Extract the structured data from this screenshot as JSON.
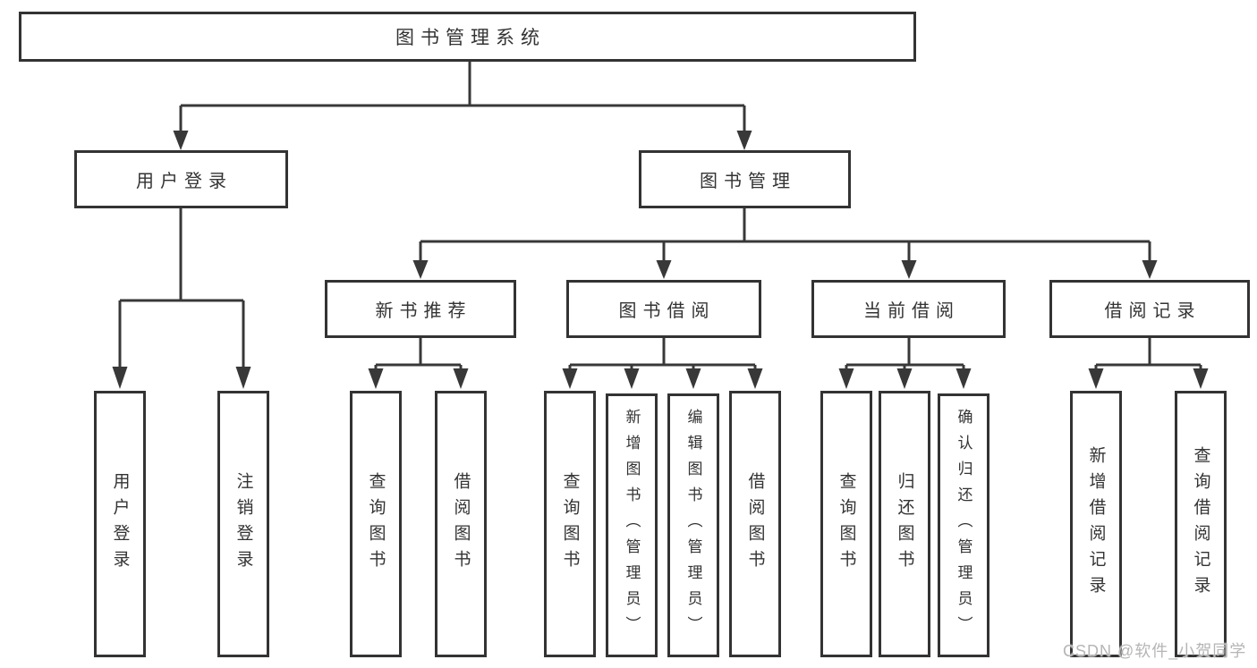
{
  "diagram": {
    "root": {
      "label": "图书管理系统"
    },
    "branches": {
      "user_login": {
        "label": "用户登录",
        "children": {
          "login": {
            "label": "用户登录"
          },
          "logout": {
            "label": "注销登录"
          }
        }
      },
      "book_mgmt": {
        "label": "图书管理",
        "children": {
          "new_book_rec": {
            "label": "新书推荐",
            "children": {
              "query": {
                "label": "查询图书"
              },
              "borrow": {
                "label": "借阅图书"
              }
            }
          },
          "book_borrow": {
            "label": "图书借阅",
            "children": {
              "query": {
                "label": "查询图书"
              },
              "add": {
                "label": "新增图书（管理员）"
              },
              "edit": {
                "label": "编辑图书（管理员）"
              },
              "borrow": {
                "label": "借阅图书"
              }
            }
          },
          "current_borrow": {
            "label": "当前借阅",
            "children": {
              "query": {
                "label": "查询图书"
              },
              "return": {
                "label": "归还图书"
              },
              "confirm": {
                "label": "确认归还（管理员）"
              }
            }
          },
          "borrow_record": {
            "label": "借阅记录",
            "children": {
              "add": {
                "label": "新增借阅记录"
              },
              "query": {
                "label": "查询借阅记录"
              }
            }
          }
        }
      }
    }
  },
  "watermark": {
    "text": "CSDN @软件_小贺同学"
  },
  "colors": {
    "line": "#383838",
    "box_border": "#333333",
    "text": "#333333",
    "watermark": "#b5b5b5",
    "background": "#ffffff"
  }
}
